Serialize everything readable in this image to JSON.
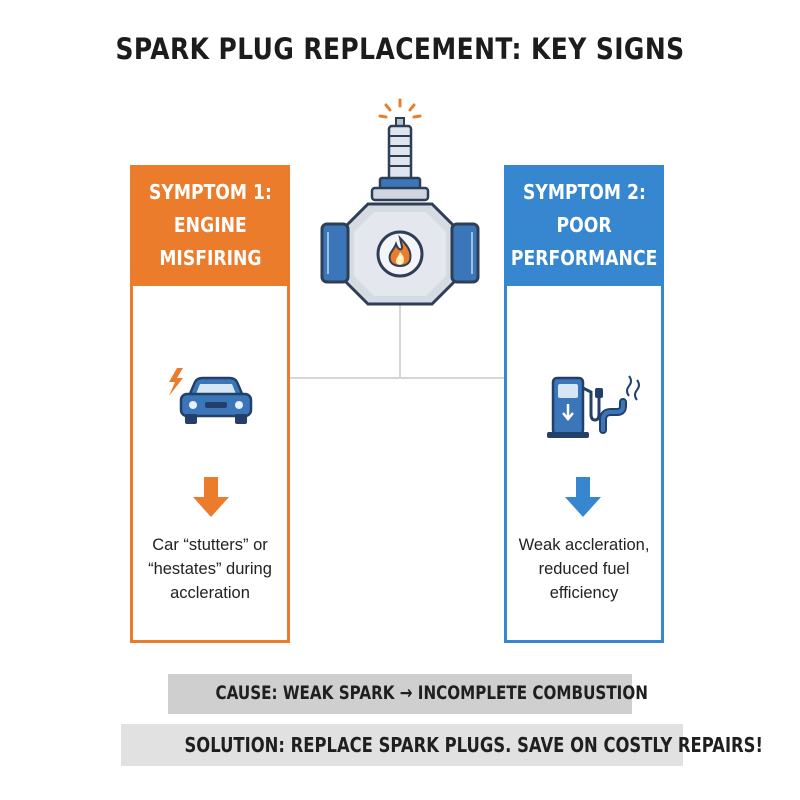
{
  "title": "SPARK PLUG REPLACEMENT: KEY SIGNS",
  "symptom1": {
    "heading": [
      "SYMPTOM 1:",
      "ENGINE",
      "MISFIRING"
    ],
    "description": [
      "Car “stutters” or",
      "“hestates” during",
      "accleration"
    ],
    "icon": "car-spark-icon",
    "color": "#ea7c2c"
  },
  "symptom2": {
    "heading": [
      "SYMPTOM 2:",
      "POOR",
      "PERFORMANCE"
    ],
    "description": [
      "Weak accleration,",
      "reduced fuel",
      "efficiency"
    ],
    "icon": "fuel-pump-exhaust-icon",
    "color": "#3687cf"
  },
  "center_icon": "spark-plug-engine-icon",
  "cause": "CAUSE: WEAK SPARK → INCOMPLETE COMBUSTION",
  "solution": "SOLUTION: REPLACE SPARK PLUGS. SAVE ON COSTLY REPAIRS!"
}
